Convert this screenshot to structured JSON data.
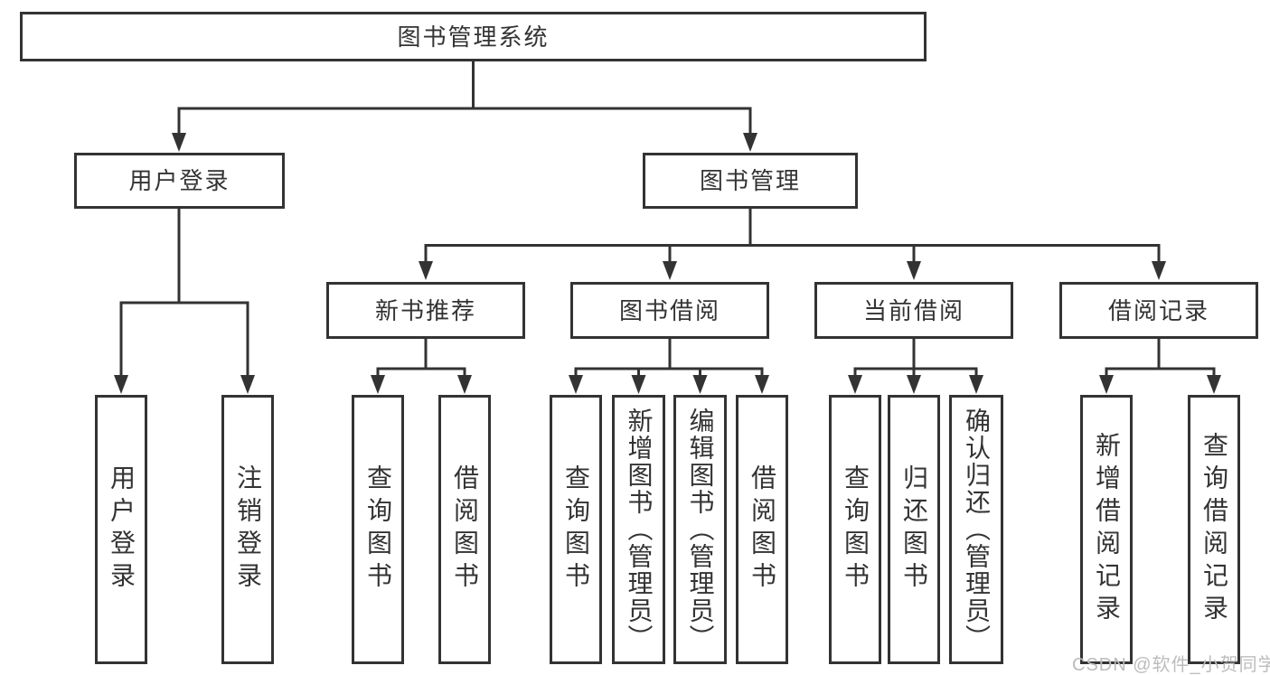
{
  "diagram": {
    "root": {
      "label": "图书管理系统"
    },
    "level2": {
      "user_login": "用户登录",
      "book_mgmt": "图书管理"
    },
    "level3": {
      "new_book_rec": "新书推荐",
      "book_borrow": "图书借阅",
      "current_borrow": "当前借阅",
      "borrow_records": "借阅记录"
    },
    "leaves": {
      "user_login": [
        "用户登录",
        "注销登录"
      ],
      "new_book_rec": [
        "查询图书",
        "借阅图书"
      ],
      "book_borrow": [
        "查询图书",
        "新增图书（管理员）",
        "编辑图书（管理员）",
        "借阅图书"
      ],
      "current_borrow": [
        "查询图书",
        "归还图书",
        "确认归还（管理员）"
      ],
      "borrow_records": [
        "新增借阅记录",
        "查询借阅记录"
      ]
    },
    "watermark": "CSDN @软件_小贺同学",
    "colors": {
      "line": "#333333",
      "text": "#333333",
      "box_background": "#ffffff",
      "watermark": "#bcbcbc",
      "page_background": "#ffffff"
    }
  }
}
